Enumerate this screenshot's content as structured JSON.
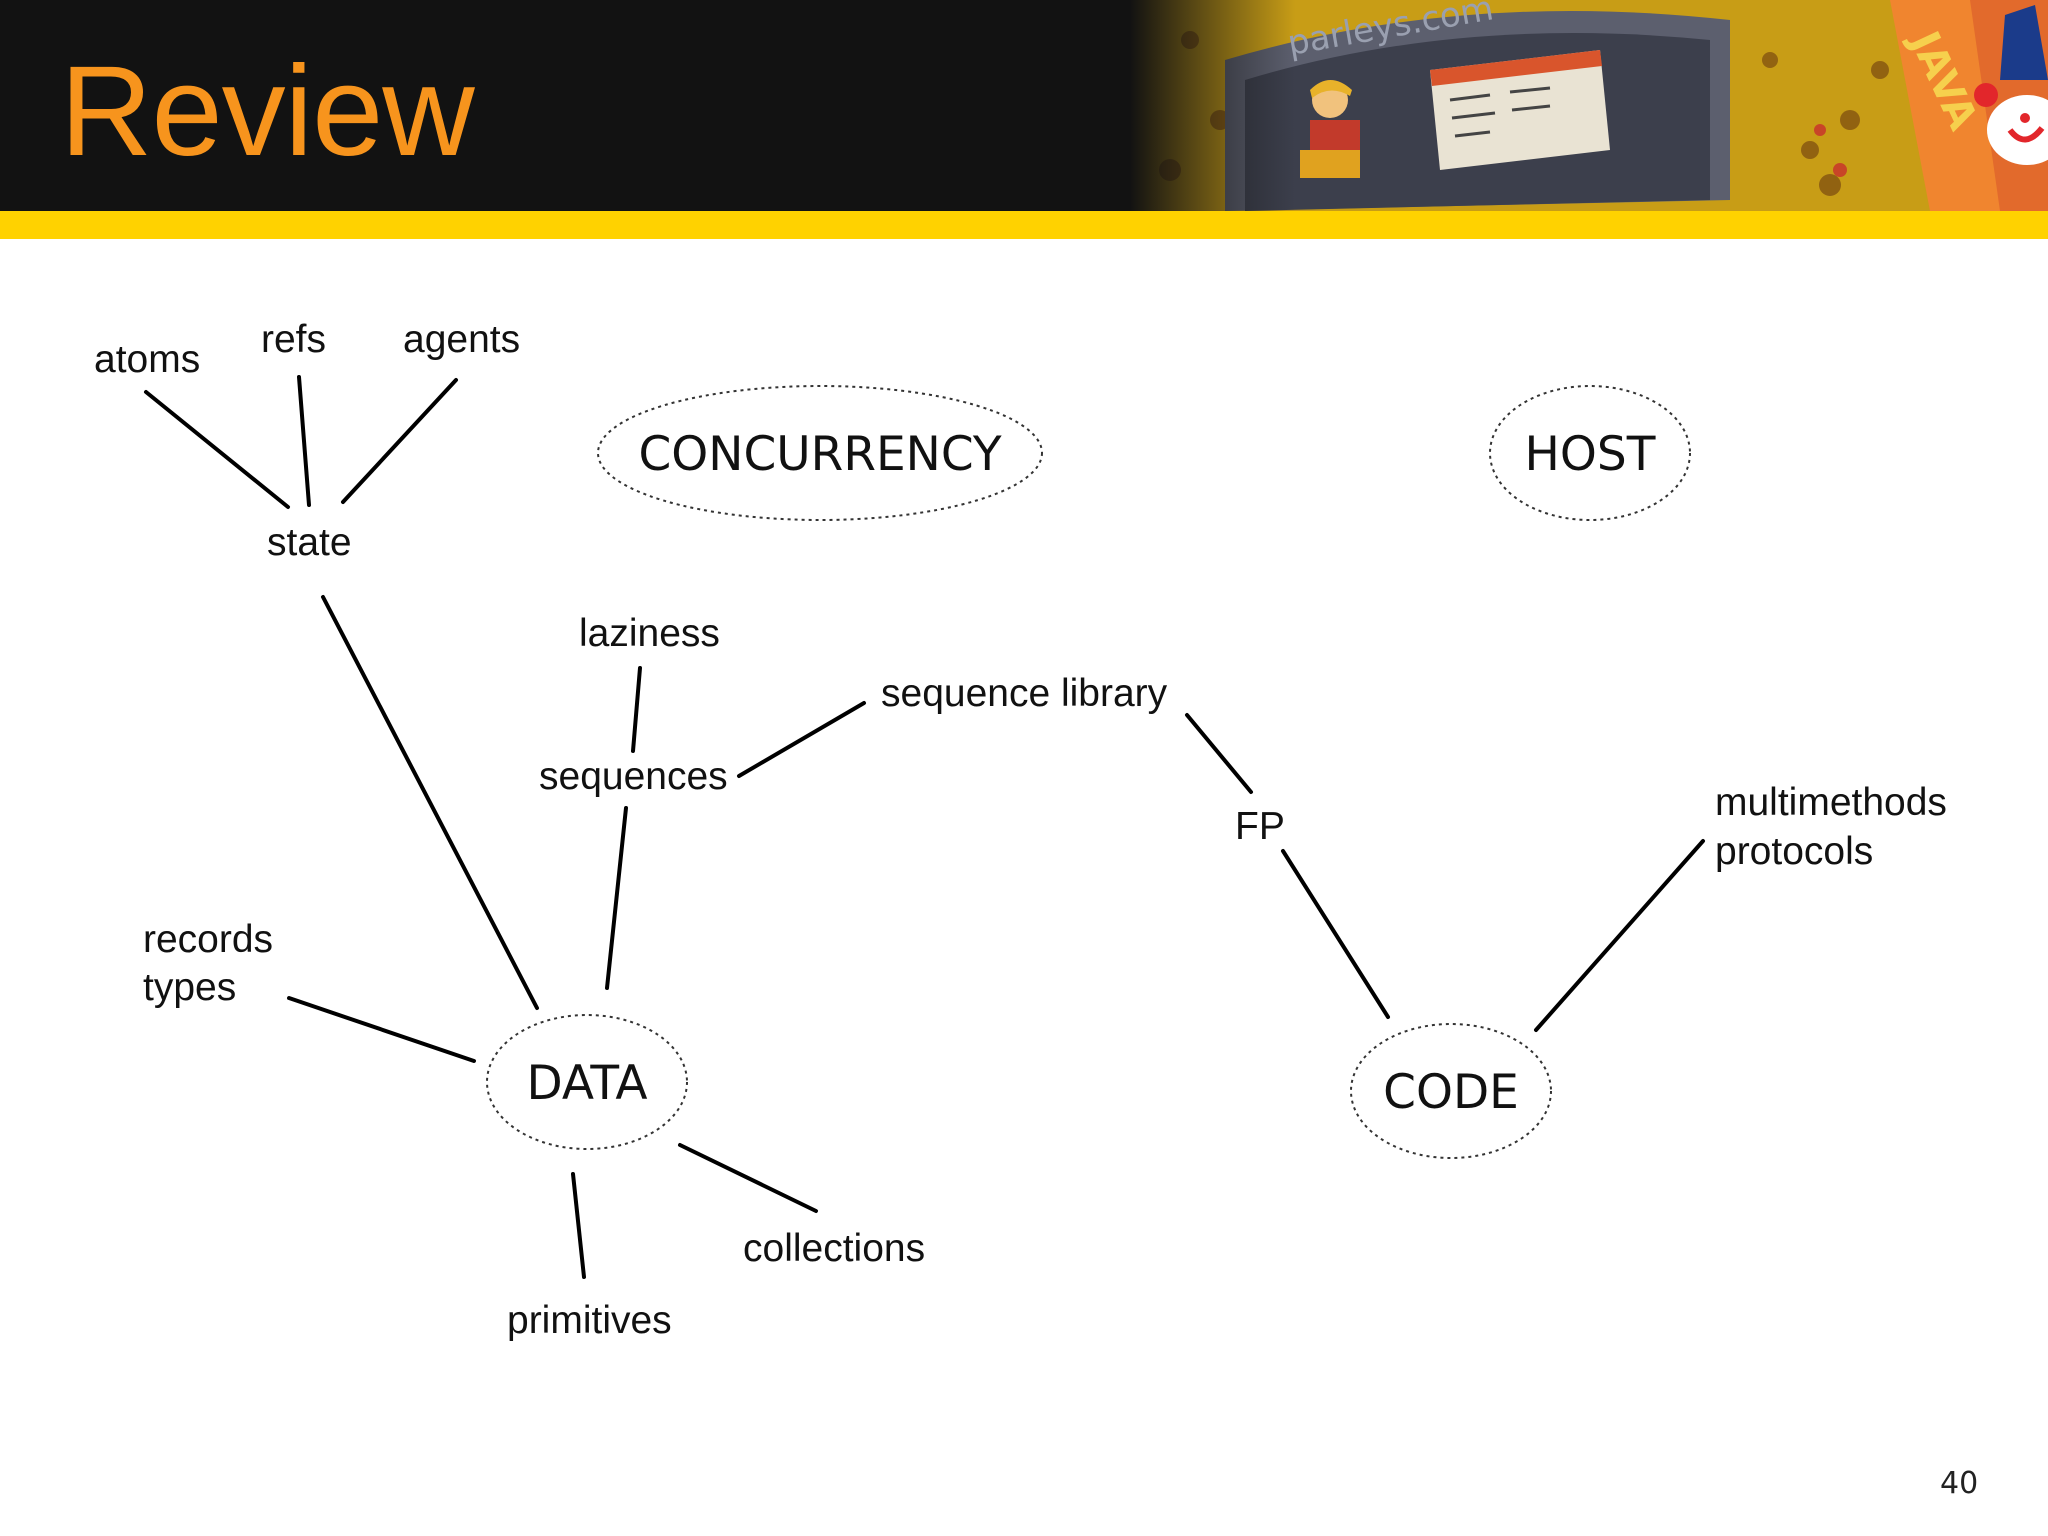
{
  "slide": {
    "title": "Review",
    "page_number": "40",
    "banner_text": "parleys.com",
    "banner_sign": "JAVA"
  },
  "diagram": {
    "hubs": {
      "concurrency": "CONCURRENCY",
      "host": "HOST",
      "data": "DATA",
      "code": "CODE"
    },
    "labels": {
      "atoms": "atoms",
      "refs": "refs",
      "agents": "agents",
      "state": "state",
      "laziness": "laziness",
      "sequences": "sequences",
      "sequence_library": "sequence library",
      "fp": "FP",
      "multimethods": "multimethods",
      "protocols": "protocols",
      "records": "records",
      "types": "types",
      "collections": "collections",
      "primitives": "primitives"
    }
  },
  "colors": {
    "title": "#f7941d",
    "header_bg": "#121212",
    "accent_band": "#ffd200"
  }
}
